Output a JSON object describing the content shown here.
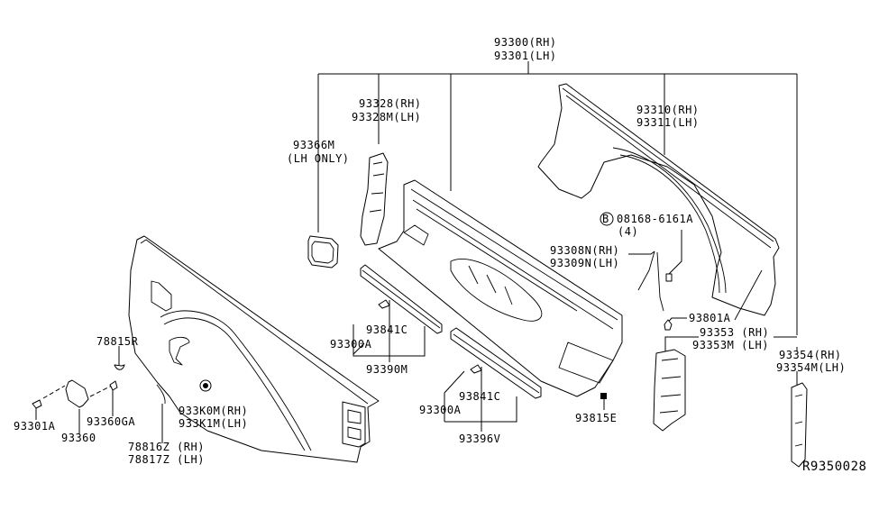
{
  "diagram": {
    "reference_code": "R9350028",
    "bolt_circle_letter": "B",
    "labels": {
      "p93300": {
        "line1": "93300(RH)",
        "line2": "93301(LH)"
      },
      "p93328": {
        "line1": "93328(RH)",
        "line2": "93328M(LH)"
      },
      "p93366M": {
        "line1": "93366M",
        "line2": "(LH ONLY)"
      },
      "p93310": {
        "line1": "93310(RH)",
        "line2": "93311(LH)"
      },
      "p08168": {
        "line1": "08168-6161A",
        "line2": "(4)"
      },
      "p93308N": {
        "line1": "93308N(RH)",
        "line2": "93309N(LH)"
      },
      "p93801A": {
        "line1": "93801A"
      },
      "p93353": {
        "line1": "93353 (RH)",
        "line2": "93353M (LH)"
      },
      "p93354": {
        "line1": "93354(RH)",
        "line2": "93354M(LH)"
      },
      "p93841C_a": {
        "line1": "93841C"
      },
      "p93300A_a": {
        "line1": "93300A"
      },
      "p93390M": {
        "line1": "93390M"
      },
      "p93841C_b": {
        "line1": "93841C"
      },
      "p93300A_b": {
        "line1": "93300A"
      },
      "p93396V": {
        "line1": "93396V"
      },
      "p93815E": {
        "line1": "93815E"
      },
      "p78815R": {
        "line1": "78815R"
      },
      "p93301A": {
        "line1": "93301A"
      },
      "p93360GA": {
        "line1": "93360GA"
      },
      "p93360": {
        "line1": "93360"
      },
      "p933K0M": {
        "line1": "933K0M(RH)",
        "line2": "933K1M(LH)"
      },
      "p78816Z": {
        "line1": "78816Z (RH)",
        "line2": "78817Z (LH)"
      }
    }
  }
}
